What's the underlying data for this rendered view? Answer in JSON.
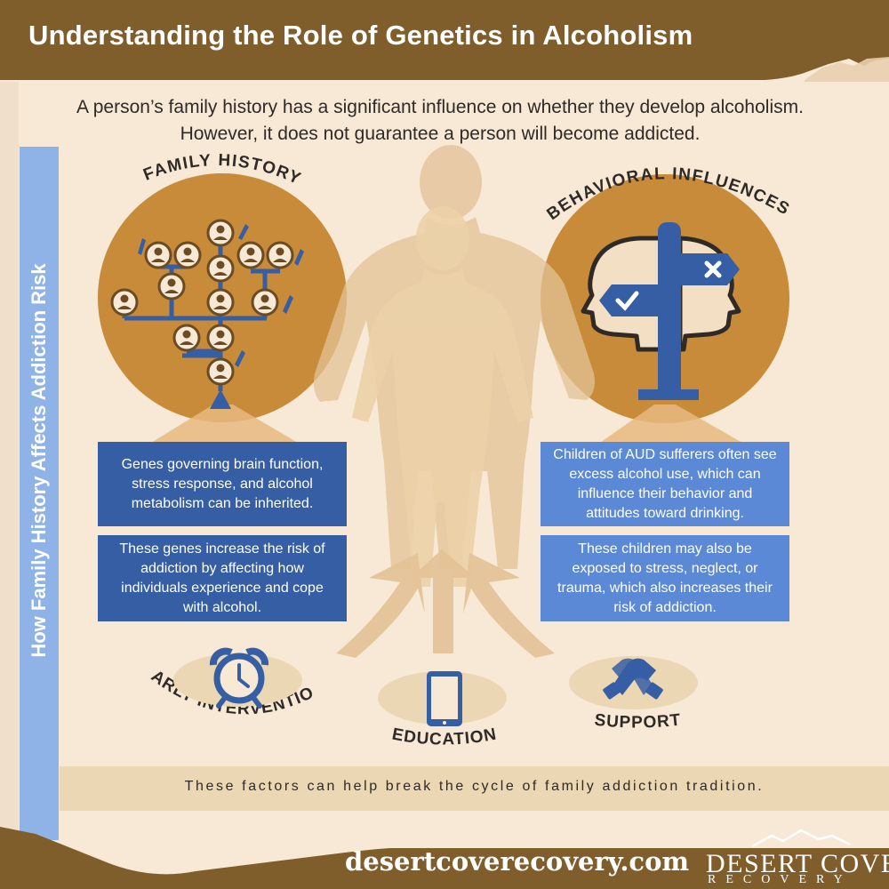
{
  "header": {
    "title": "Understanding the Role of Genetics in Alcoholism"
  },
  "side_label": "How Family History Affects Addiction Risk",
  "intro": "A person’s family history has a significant influence on whether they develop alcoholism. However, it does not guarantee a person will become addicted.",
  "family_history": {
    "title": "FAMILY HISTORY",
    "box1": "Genes governing brain function, stress response, and alcohol metabolism can be inherited.",
    "box2": "These genes increase the risk of addiction by affecting how individuals experience and cope with alcohol."
  },
  "behavioral": {
    "title": "BEHAVIORAL INFLUENCES",
    "box1": "Children of AUD sufferers often see excess alcohol use, which can influence their behavior and attitudes toward drinking.",
    "box2": "These children may also be exposed to stress, neglect, or trauma, which also increases their risk of addiction."
  },
  "factors": {
    "early_intervention": "EARLY INTERVENTION",
    "education": "EDUCATION",
    "support": "SUPPORT"
  },
  "bottom_text": "These factors can help break the cycle of family addiction tradition.",
  "footer": {
    "website": "desertcoverecovery.com",
    "logo_main": "DESERT COVE",
    "logo_sub": "RECOVERY"
  },
  "colors": {
    "header_brown": "#7f5e2c",
    "circle_gold": "#c78b3a",
    "blue_dark": "#355ea4",
    "blue_light": "#5b89d6",
    "side_blue": "#8fb3e6",
    "background": "#f7e9d6"
  },
  "icons": [
    "family-tree-icon",
    "person-icon",
    "bottle-icon",
    "heads-signpost-icon",
    "check-icon",
    "x-icon",
    "alarm-clock-icon",
    "tablet-icon",
    "handshake-icon",
    "mountain-logo-icon"
  ]
}
